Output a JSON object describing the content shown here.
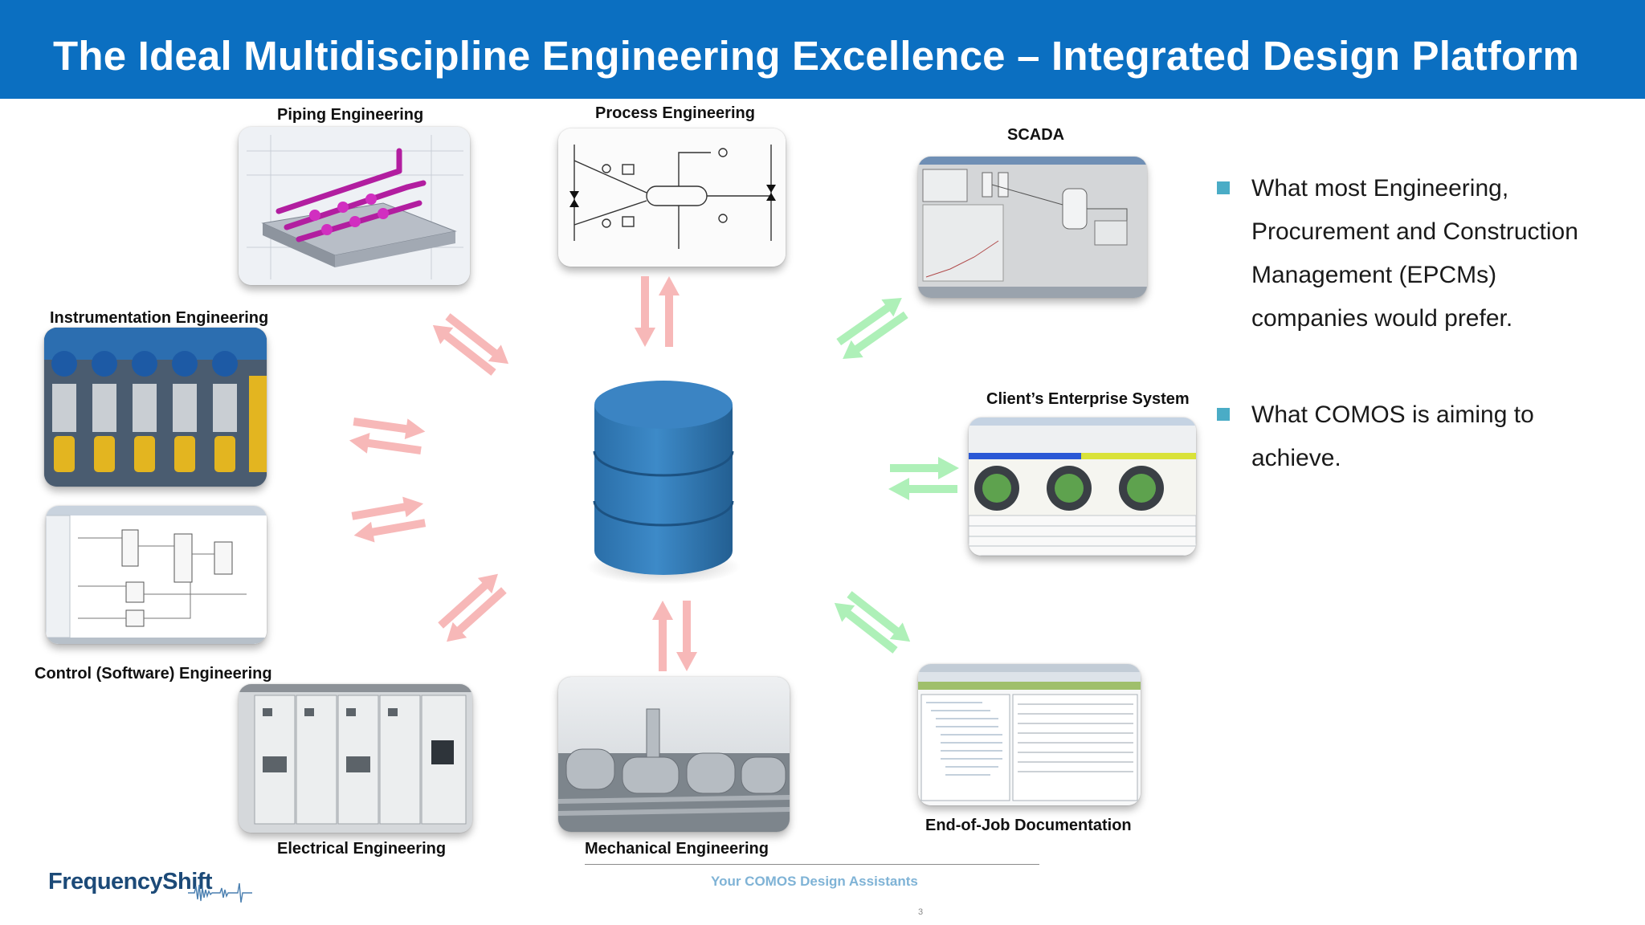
{
  "title": "The Ideal Multidiscipline Engineering Excellence – Integrated Design Platform",
  "disciplines": {
    "piping": "Piping Engineering",
    "process": "Process Engineering",
    "scada": "SCADA",
    "instrumentation": "Instrumentation Engineering",
    "client": "Client’s Enterprise System",
    "control": "Control (Software) Engineering",
    "electrical": "Electrical Engineering",
    "mechanical": "Mechanical Engineering",
    "documentation": "End-of-Job Documentation"
  },
  "bullets": [
    "What most Engineering, Procurement and Construction Management (EPCMs) companies would prefer.",
    "What COMOS is aiming to achieve."
  ],
  "footer": {
    "tagline": "Your COMOS Design Assistants",
    "page_number": "3",
    "logo_text": "FrequencyShift"
  },
  "colors": {
    "header": "#0b6fc1",
    "arrow_red": "#f7b8b8",
    "arrow_green": "#aef0b8",
    "database": "#2f78b6",
    "bullet": "#4aacc6"
  }
}
